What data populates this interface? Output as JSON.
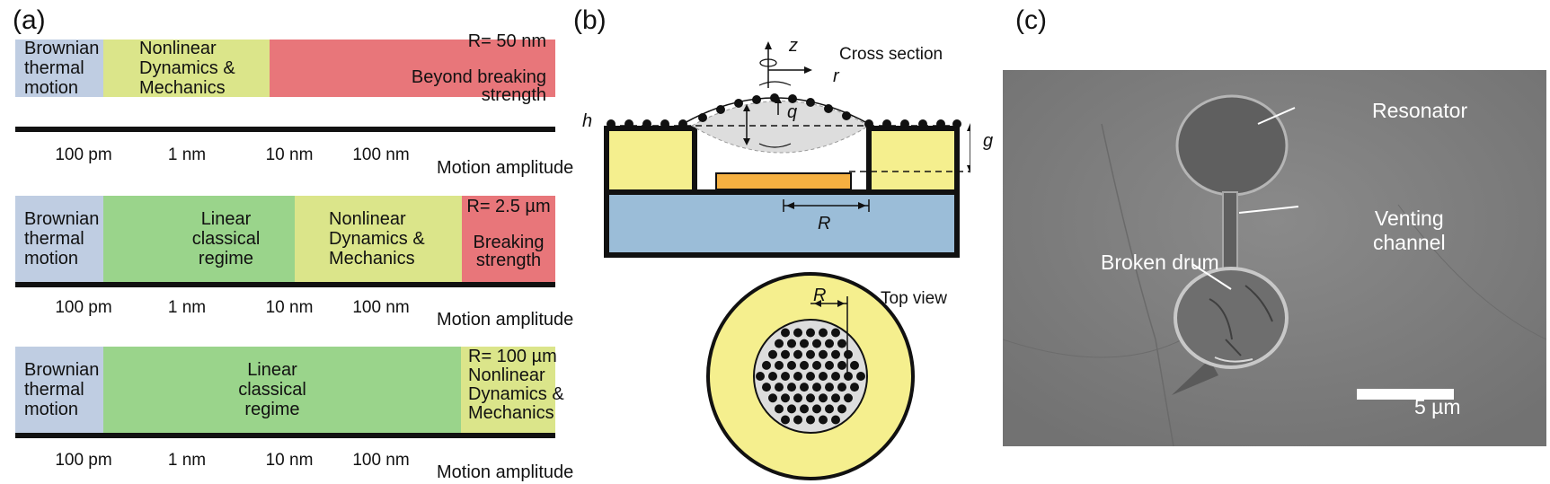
{
  "panel_a": {
    "letter": "(a)",
    "rows": [
      {
        "segments": [
          {
            "text": "Brownian\nthermal\nmotion",
            "color": "#bfcde2"
          },
          {
            "text": "Nonlinear\nDynamics &\nMechanics",
            "color": "#dbe58a"
          },
          {
            "text": "R= 50 nm\n\nBeyond breaking\nstrength",
            "color": "#e8767a"
          }
        ]
      },
      {
        "segments": [
          {
            "text": "Brownian\nthermal\nmotion",
            "color": "#bfcde2"
          },
          {
            "text": "Linear\nclassical\nregime",
            "color": "#9ad48b"
          },
          {
            "text": "Nonlinear\nDynamics &\nMechanics",
            "color": "#dbe58a"
          },
          {
            "text": "R= 2.5 µm\n\nBreaking\nstrength",
            "color": "#e8767a"
          }
        ]
      },
      {
        "segments": [
          {
            "text": "Brownian\nthermal\nmotion",
            "color": "#bfcde2"
          },
          {
            "text": "Linear\nclassical\nregime",
            "color": "#9ad48b"
          },
          {
            "text": "R= 100 µm\nNonlinear\nDynamics &\nMechanics",
            "color": "#dbe58a"
          }
        ]
      }
    ],
    "ticks": [
      "100 pm",
      "1 nm",
      "10 nm",
      "100 nm"
    ],
    "axis_label": "Motion amplitude"
  },
  "panel_b": {
    "letter": "(b)",
    "cross_section_label": "Cross section",
    "top_view_label": "Top view",
    "symbols": {
      "z": "z",
      "r": "r",
      "q": "q",
      "h": "h",
      "g": "g",
      "R": "R"
    },
    "colors": {
      "support": "#f5ef8e",
      "substrate": "#9bbdd8",
      "electrode": "#f5b041",
      "drum": "#dddddd"
    }
  },
  "panel_c": {
    "letter": "(c)",
    "labels": {
      "resonator": "Resonator",
      "venting": "Venting\nchannel",
      "broken": "Broken drum",
      "scale": "5 µm"
    },
    "colors": {
      "sem_bg": "#7e7e7e"
    }
  }
}
